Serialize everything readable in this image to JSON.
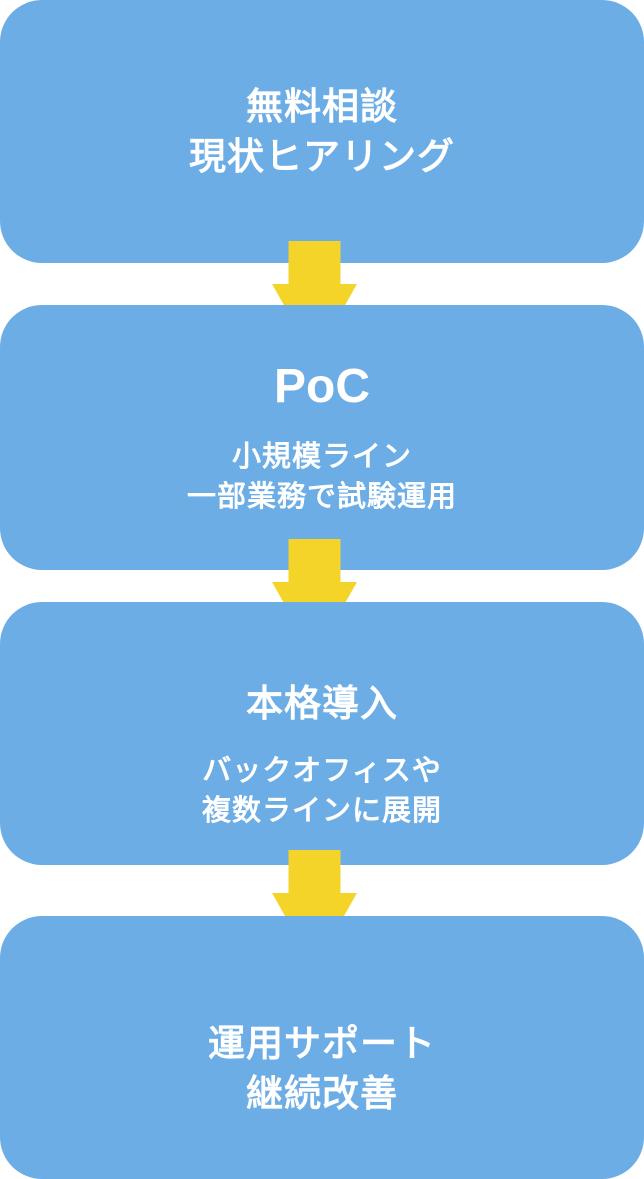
{
  "page": {
    "background": "#ffffff"
  },
  "flow": {
    "box_color": "#6cade6",
    "text_color": "#ffffff",
    "arrow": {
      "icon": "down-arrow",
      "glyph": "▼",
      "color": "#f4d429"
    },
    "steps": [
      {
        "title_lines": [
          "無料相談",
          "現状ヒアリング"
        ],
        "subtitle_lines": []
      },
      {
        "title_lines": [
          "PoC"
        ],
        "subtitle_lines": [
          "小規模ライン",
          "一部業務で試験運用"
        ]
      },
      {
        "title_lines": [
          "本格導入"
        ],
        "subtitle_lines": [
          "バックオフィスや",
          "複数ラインに展開"
        ]
      },
      {
        "title_lines": [
          "運用サポート",
          "継続改善"
        ],
        "subtitle_lines": []
      }
    ]
  }
}
